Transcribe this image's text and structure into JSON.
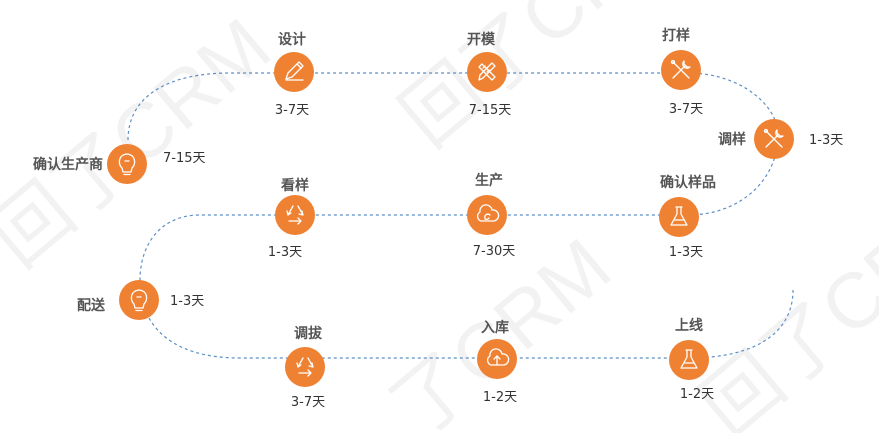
{
  "steps": [
    {
      "id": "confirm-manufacturer",
      "label": "确认生产商",
      "duration": "7-15天",
      "icon": "lightbulb-icon"
    },
    {
      "id": "design",
      "label": "设计",
      "duration": "3-7天",
      "icon": "pencil-icon"
    },
    {
      "id": "mold",
      "label": "开模",
      "duration": "7-15天",
      "icon": "pencil-ruler-icon"
    },
    {
      "id": "sample",
      "label": "打样",
      "duration": "3-7天",
      "icon": "tools-icon"
    },
    {
      "id": "adjust-sample",
      "label": "调样",
      "duration": "1-3天",
      "icon": "tools-icon"
    },
    {
      "id": "confirm-sample",
      "label": "确认样品",
      "duration": "1-3天",
      "icon": "flask-icon"
    },
    {
      "id": "production",
      "label": "生产",
      "duration": "7-30天",
      "icon": "cloud-sync-icon"
    },
    {
      "id": "review-sample",
      "label": "看样",
      "duration": "1-3天",
      "icon": "recycle-icon"
    },
    {
      "id": "delivery",
      "label": "配送",
      "duration": "1-3天",
      "icon": "lightbulb-icon"
    },
    {
      "id": "allocate",
      "label": "调拔",
      "duration": "3-7天",
      "icon": "recycle-icon"
    },
    {
      "id": "warehouse-in",
      "label": "入库",
      "duration": "1-2天",
      "icon": "cloud-upload-icon"
    },
    {
      "id": "go-live",
      "label": "上线",
      "duration": "1-2天",
      "icon": "flask-icon"
    }
  ],
  "colors": {
    "node": "#ef8133",
    "path": "#5b8fc7",
    "label": "#555555",
    "duration": "#333333"
  }
}
